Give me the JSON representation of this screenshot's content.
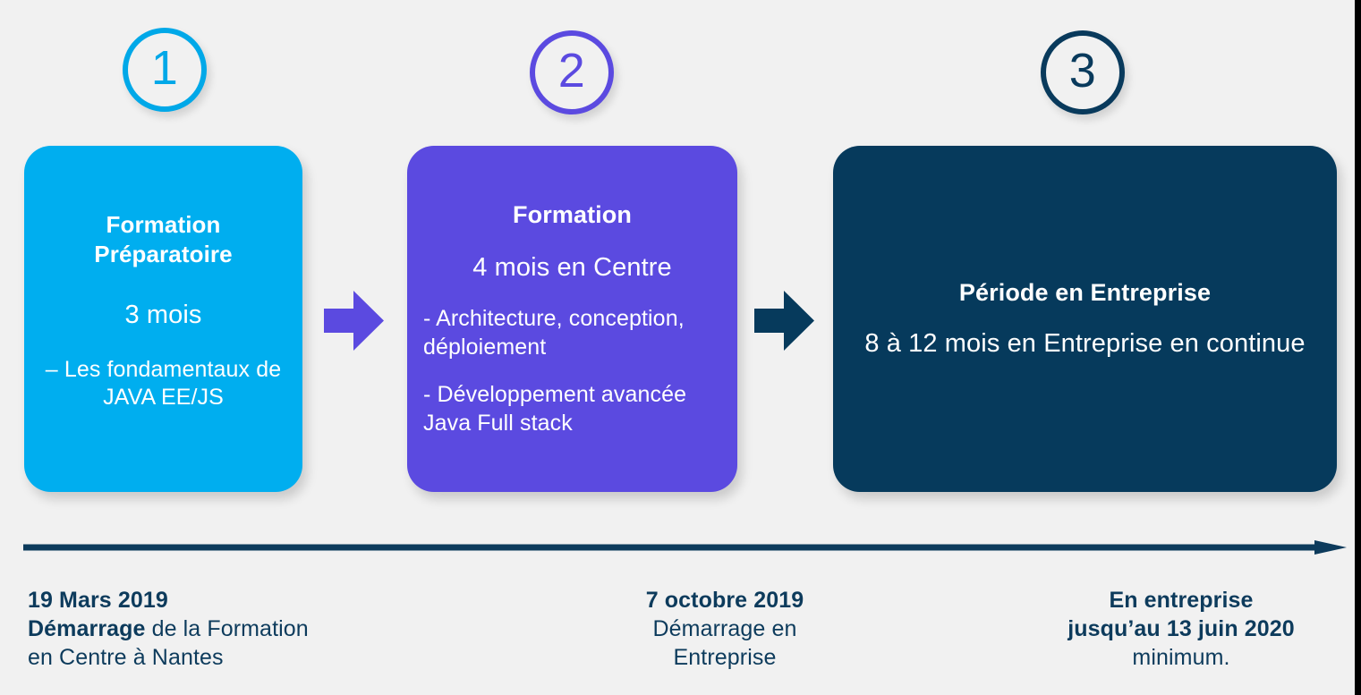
{
  "theme": {
    "background": "#f1f1f1",
    "cyan": "#00aeef",
    "purple": "#5b4ae0",
    "navy": "#063a5c",
    "text_on_card": "#ffffff",
    "timeline_color": "#0d3b5c"
  },
  "steps": [
    {
      "number": "1",
      "circle_color": "#00a8e8",
      "card_color": "#00aeef",
      "title": "Formation\nPréparatoire",
      "title_line_1": "Formation",
      "title_line_2": "Préparatoire",
      "subtitle": "3 mois",
      "bullets": [
        "–  Les fondamentaux de JAVA EE/JS"
      ]
    },
    {
      "number": "2",
      "circle_color": "#5b4ae0",
      "card_color": "#5b4ae0",
      "title": "Formation",
      "subtitle": "4 mois en Centre",
      "bullets": [
        "- Architecture, conception, déploiement",
        "- Développement avancée Java Full stack"
      ]
    },
    {
      "number": "3",
      "circle_color": "#093a5c",
      "card_color": "#063a5c",
      "title": "Période en Entreprise",
      "subtitle": "8 à 12 mois en Entreprise en continue",
      "bullets": []
    }
  ],
  "arrows": [
    {
      "name": "arrow-step-1-to-2",
      "color": "#5b4ae0"
    },
    {
      "name": "arrow-step-2-to-3",
      "color": "#063a5c"
    }
  ],
  "timeline": {
    "axis_color": "#0d3b5c",
    "direction": "left-to-right",
    "milestones": [
      {
        "bold_line_1": "19 Mars 2019",
        "bold_line_2": "Démarrage",
        "normal_line_2": " de la Formation",
        "normal_line_3": "en Centre à Nantes"
      },
      {
        "bold_line_1": "7 octobre 2019",
        "normal_line_2": "Démarrage en",
        "normal_line_3": "Entreprise"
      },
      {
        "bold_line_1": "En entreprise",
        "bold_line_2": "jusqu’au 13 juin 2020",
        "normal_line_3": "minimum."
      }
    ]
  }
}
